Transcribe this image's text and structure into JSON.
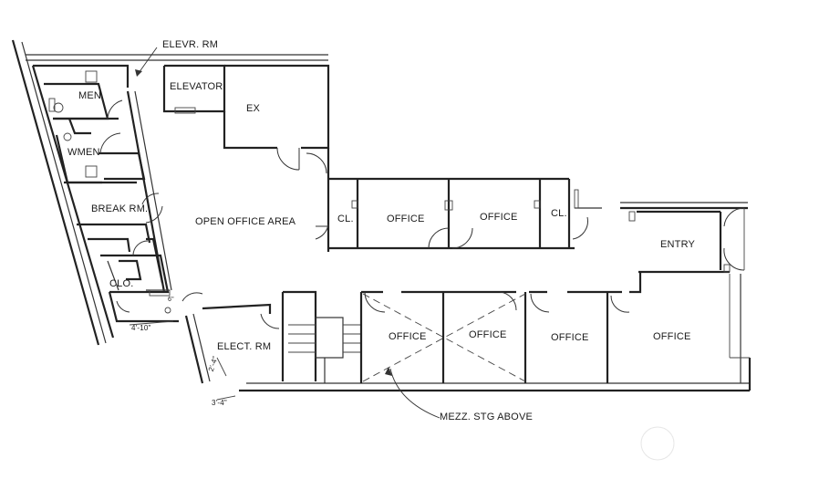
{
  "rooms": {
    "elevr_rm": "ELEVR. RM",
    "men": "MEN",
    "elevator": "ELEVATOR",
    "ex": "EX",
    "wmen": "WMEN",
    "break_rm": "BREAK RM.",
    "open_office_area": "OPEN OFFICE AREA",
    "closet_left": "CL.",
    "office_upper_1": "OFFICE",
    "office_upper_2": "OFFICE",
    "closet_right": "CL.",
    "entry": "ENTRY",
    "clo": "CLO.",
    "elect_rm": "ELECT. RM",
    "office_lower_1": "OFFICE",
    "office_lower_2": "OFFICE",
    "office_lower_3": "OFFICE",
    "office_lower_4": "OFFICE"
  },
  "notes": {
    "mezz": "MEZZ. STG ABOVE",
    "dim_1": "4'-10\"",
    "dim_2": "2'-4\"",
    "dim_3": "3'-4\"",
    "dim_4": "6\""
  }
}
